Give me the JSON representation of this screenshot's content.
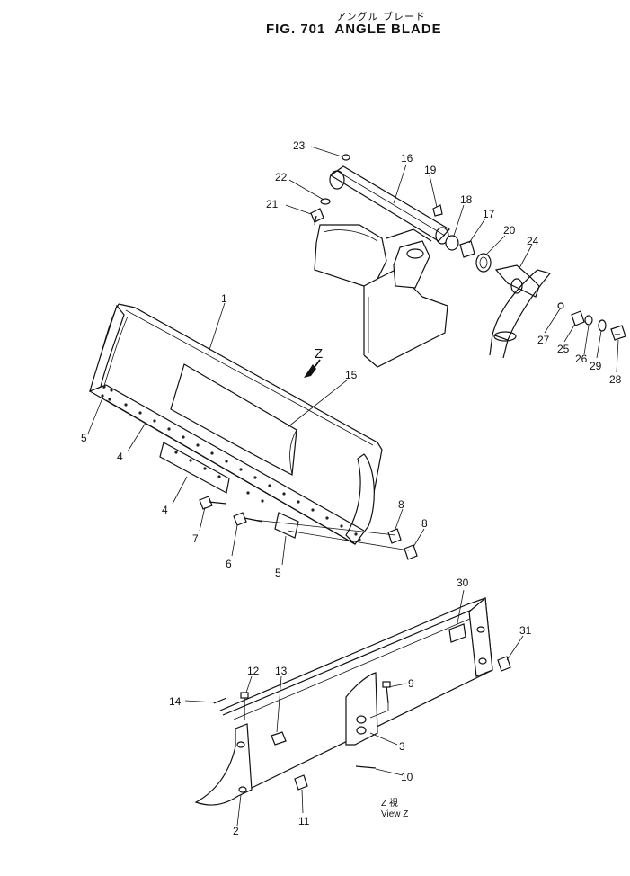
{
  "title": {
    "japanese": "アングル ブレード",
    "fig_label": "FIG. 701",
    "name": "ANGLE BLADE"
  },
  "view_marker": "Z",
  "view_caption": {
    "line1": "Z   視",
    "line2": "View Z"
  },
  "callouts": {
    "c1": "1",
    "c2": "2",
    "c3": "3",
    "c4a": "4",
    "c4b": "4",
    "c5a": "5",
    "c5b": "5",
    "c6": "6",
    "c7": "7",
    "c8a": "8",
    "c8b": "8",
    "c9": "9",
    "c10": "10",
    "c11": "11",
    "c12": "12",
    "c13": "13",
    "c14": "14",
    "c15": "15",
    "c16": "16",
    "c17": "17",
    "c18": "18",
    "c19": "19",
    "c20": "20",
    "c21": "21",
    "c22": "22",
    "c23": "23",
    "c24": "24",
    "c25": "25",
    "c26": "26",
    "c27": "27",
    "c28": "28",
    "c29": "29",
    "c30": "30",
    "c31": "31"
  }
}
